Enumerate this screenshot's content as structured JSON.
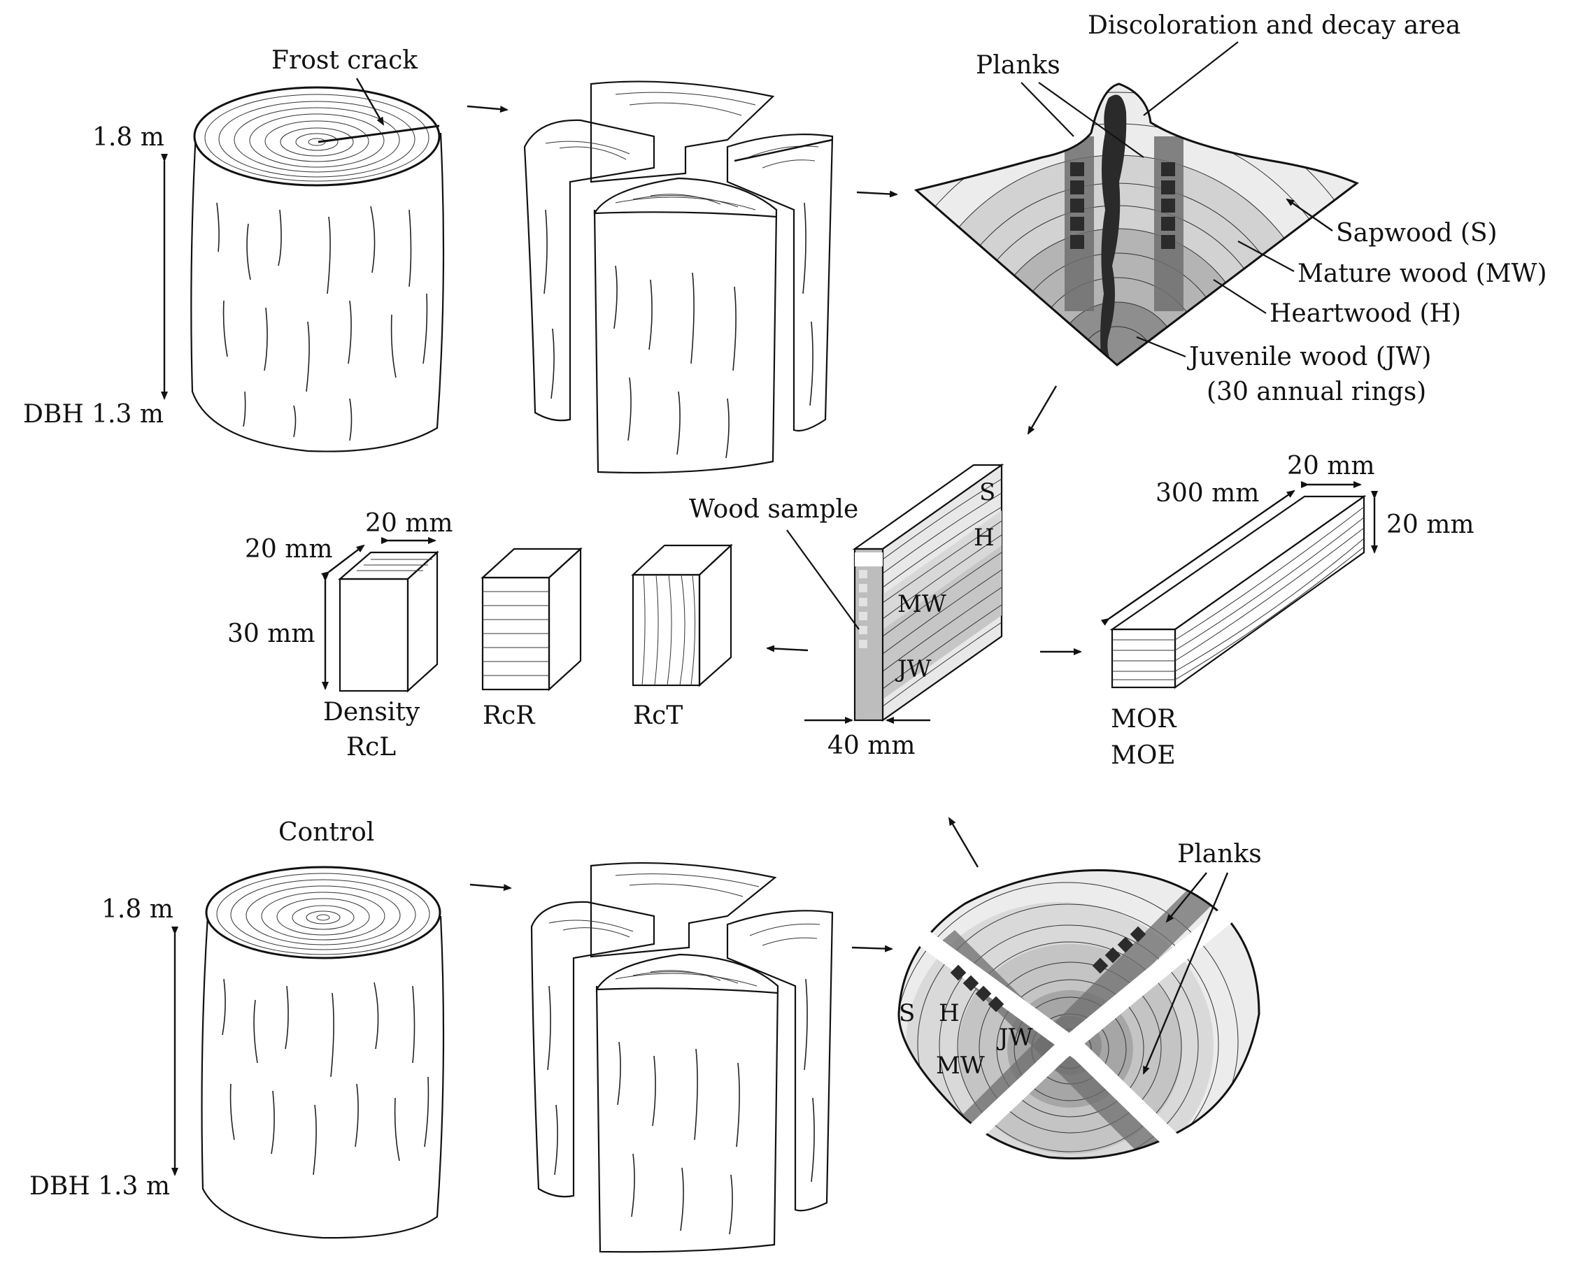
{
  "labels": {
    "frost_crack": "Frost crack",
    "height_top_1": "1.8 m",
    "dbh_1": "DBH 1.3 m",
    "discoloration": "Discoloration and decay area",
    "planks_top": "Planks",
    "sapwood": "Sapwood (S)",
    "mature_wood": "Mature wood (MW)",
    "heartwood": "Heartwood (H)",
    "juvenile_wood": "Juvenile wood (JW)",
    "juvenile_rings": "(30 annual rings)",
    "dim_20mm_a": "20 mm",
    "dim_20mm_b": "20 mm",
    "dim_30mm": "30 mm",
    "density": "Density",
    "rcl": "RcL",
    "rcr": "RcR",
    "rct": "RcT",
    "wood_sample": "Wood sample",
    "sample_s": "S",
    "sample_h": "H",
    "sample_mw": "MW",
    "sample_jw": "JW",
    "dim_40mm": "40 mm",
    "dim_300mm": "300 mm",
    "dim_20mm_c": "20 mm",
    "dim_20mm_d": "20 mm",
    "mor": "MOR",
    "moe": "MOE",
    "control": "Control",
    "height_top_2": "1.8 m",
    "dbh_2": "DBH 1.3 m",
    "planks_bottom": "Planks",
    "disk_s": "S",
    "disk_h": "H",
    "disk_jw": "JW",
    "disk_mw": "MW"
  },
  "colors": {
    "sapwood": "#ececec",
    "mature": "#d2d2d2",
    "heart": "#b4b4b4",
    "juvenile": "#8e8e8e",
    "plank": "#6e6e6e",
    "decay": "#2a2a2a"
  }
}
